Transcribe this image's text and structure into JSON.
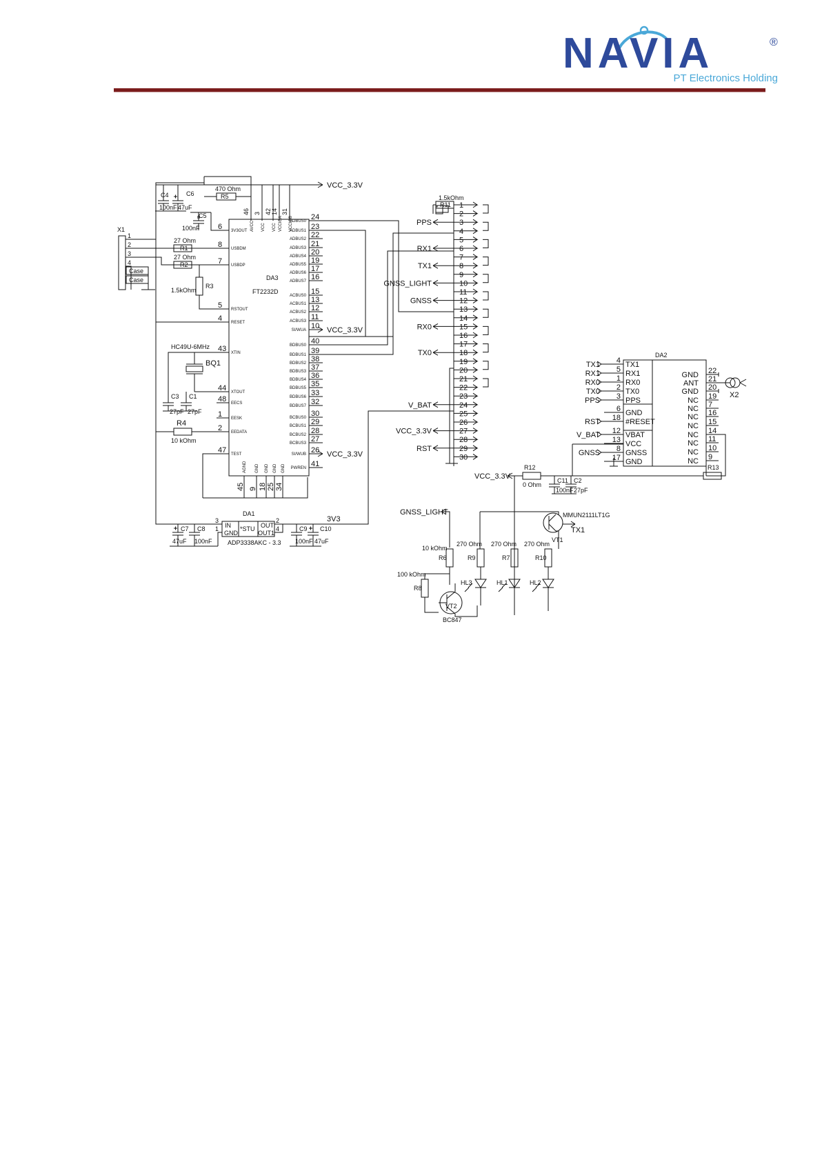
{
  "header": {
    "logo": {
      "wordmark": "NAVIA",
      "registered": "®",
      "tagline": "PT Electronics Holding",
      "colors": {
        "blue": "#2e4a9b",
        "light_blue": "#4aa8d8",
        "rule": "#7b1c1c"
      }
    }
  },
  "schematic": {
    "da3": {
      "ref": "DA3",
      "part": "FT2232D",
      "top_pins": [
        {
          "num": "46",
          "name": "AVCC"
        },
        {
          "num": "3",
          "name": "VCC"
        },
        {
          "num": "42",
          "name": "VCC"
        },
        {
          "num": "14",
          "name": "VCCIOA"
        },
        {
          "num": "31",
          "name": "VCCIOB"
        }
      ],
      "left_pins": [
        {
          "num": "6",
          "name": "3V3OUT"
        },
        {
          "num": "8",
          "name": "USBDM"
        },
        {
          "num": "7",
          "name": "USBDP"
        },
        {
          "num": "5",
          "name": "RSTOUT"
        },
        {
          "num": "4",
          "name": "RESET"
        },
        {
          "num": "43",
          "name": "XTIN"
        },
        {
          "num": "44",
          "name": "XTOUT"
        },
        {
          "num": "48",
          "name": "EECS"
        },
        {
          "num": "1",
          "name": "EESK"
        },
        {
          "num": "2",
          "name": "EEDATA"
        },
        {
          "num": "47",
          "name": "TEST"
        }
      ],
      "right_pins": [
        {
          "num": "24",
          "name": "ADBUS0"
        },
        {
          "num": "23",
          "name": "ADBUS1"
        },
        {
          "num": "22",
          "name": "ADBUS2"
        },
        {
          "num": "21",
          "name": "ADBUS3"
        },
        {
          "num": "20",
          "name": "ADBUS4"
        },
        {
          "num": "19",
          "name": "ADBUS5"
        },
        {
          "num": "17",
          "name": "ADBUS6"
        },
        {
          "num": "16",
          "name": "ADBUS7"
        },
        {
          "num": "15",
          "name": "ACBUS0"
        },
        {
          "num": "13",
          "name": "ACBUS1"
        },
        {
          "num": "12",
          "name": "ACBUS2"
        },
        {
          "num": "11",
          "name": "ACBUS3"
        },
        {
          "num": "10",
          "name": "SI/WUA"
        },
        {
          "num": "40",
          "name": "BDBUS0"
        },
        {
          "num": "39",
          "name": "BDBUS1"
        },
        {
          "num": "38",
          "name": "BDBUS2"
        },
        {
          "num": "37",
          "name": "BDBUS3"
        },
        {
          "num": "36",
          "name": "BDBUS4"
        },
        {
          "num": "35",
          "name": "BDBUS5"
        },
        {
          "num": "33",
          "name": "BDBUS6"
        },
        {
          "num": "32",
          "name": "BDBUS7"
        },
        {
          "num": "30",
          "name": "BCBUS0"
        },
        {
          "num": "29",
          "name": "BCBUS1"
        },
        {
          "num": "28",
          "name": "BCBUS2"
        },
        {
          "num": "27",
          "name": "BCBUS3"
        },
        {
          "num": "26",
          "name": "SI/WUB"
        },
        {
          "num": "41",
          "name": "PWREN"
        }
      ],
      "bottom_pins": [
        {
          "num": "45",
          "name": "AGND"
        },
        {
          "num": "9",
          "name": "GND"
        },
        {
          "num": "18",
          "name": "GND"
        },
        {
          "num": "25",
          "name": "GND"
        },
        {
          "num": "34",
          "name": "GND"
        }
      ]
    },
    "nets": {
      "vcc33": "VCC_3.3V",
      "v3v3": "3V3",
      "pps": "PPS",
      "rx1": "RX1",
      "tx1": "TX1",
      "rx0": "RX0",
      "tx0": "TX0",
      "gnss_light": "GNSS_LIGHT",
      "gnss": "GNSS",
      "v_bat": "V_BAT",
      "rst": "RST"
    },
    "parts": {
      "c4": {
        "ref": "C4",
        "value": "100nF"
      },
      "c6": {
        "ref": "C6",
        "value": "47uF"
      },
      "r5": {
        "ref": "R5",
        "value": "470 Ohm"
      },
      "c5": {
        "ref": "C5",
        "value": "100nF"
      },
      "r1": {
        "ref": "R1",
        "value": "27 Ohm"
      },
      "r2": {
        "ref": "R2",
        "value": "27 Ohm"
      },
      "r3": {
        "ref": "R3",
        "value": "1.5kOhm"
      },
      "bq1": {
        "ref": "BQ1",
        "value": "HC49U-6MHz"
      },
      "c3": {
        "ref": "C3",
        "value": "27pF"
      },
      "c1": {
        "ref": "C1",
        "value": "27pF"
      },
      "r4": {
        "ref": "R4",
        "value": "10 kOhm"
      },
      "r11": {
        "ref": "R11",
        "value": "1.5kOhm"
      },
      "c7": {
        "ref": "C7",
        "value": "47uF"
      },
      "c8": {
        "ref": "C8",
        "value": "100nF"
      },
      "c9": {
        "ref": "C9",
        "value": "100nF"
      },
      "c10": {
        "ref": "C10",
        "value": "47uF"
      },
      "r12": {
        "ref": "R12",
        "value": "0 Ohm"
      },
      "c11": {
        "ref": "C11",
        "value": "100nF"
      },
      "c2": {
        "ref": "C2",
        "value": "27pF"
      },
      "r13": {
        "ref": "R13"
      },
      "vt1": {
        "ref": "VT1",
        "value": "MMUN2111LT1G"
      },
      "vt2": {
        "ref": "VT2",
        "value": "BC847"
      },
      "r6": {
        "ref": "R6",
        "value": "10 kOhm"
      },
      "r8": {
        "ref": "R8",
        "value": "100 kOhm"
      },
      "r9": {
        "ref": "R9",
        "value": "270 Ohm"
      },
      "r7": {
        "ref": "R7",
        "value": "270 Ohm"
      },
      "r10": {
        "ref": "R10",
        "value": "270 Ohm"
      },
      "hl3": {
        "ref": "HL3"
      },
      "hl1": {
        "ref": "HL1"
      },
      "hl2": {
        "ref": "HL2"
      },
      "x2": {
        "ref": "X2"
      }
    },
    "x1": {
      "ref": "X1",
      "pins": [
        "1",
        "2",
        "3",
        "4"
      ],
      "case_labels": [
        "Case",
        "Case"
      ]
    },
    "da1": {
      "ref": "DA1",
      "part": "ADP3338AKC - 3.3",
      "pin_labels": {
        "in": "IN",
        "gnd": "GND",
        "stu": "*STU",
        "out": "OUT",
        "out1": "OUT1"
      },
      "pin_nums": {
        "in": "3",
        "gnd": "1",
        "out": "2",
        "out1": "4"
      }
    },
    "connector_x3": {
      "pins": [
        {
          "num": "1",
          "label": ""
        },
        {
          "num": "2",
          "label": ""
        },
        {
          "num": "3",
          "label": "PPS"
        },
        {
          "num": "4",
          "label": ""
        },
        {
          "num": "5",
          "label": ""
        },
        {
          "num": "6",
          "label": "RX1"
        },
        {
          "num": "7",
          "label": ""
        },
        {
          "num": "8",
          "label": "TX1"
        },
        {
          "num": "9",
          "label": ""
        },
        {
          "num": "10",
          "label": "GNSS_LIGHT"
        },
        {
          "num": "11",
          "label": ""
        },
        {
          "num": "12",
          "label": "GNSS"
        },
        {
          "num": "13",
          "label": ""
        },
        {
          "num": "14",
          "label": ""
        },
        {
          "num": "15",
          "label": "RX0"
        },
        {
          "num": "16",
          "label": ""
        },
        {
          "num": "17",
          "label": ""
        },
        {
          "num": "18",
          "label": "TX0"
        },
        {
          "num": "19",
          "label": ""
        },
        {
          "num": "20",
          "label": ""
        },
        {
          "num": "21",
          "label": ""
        },
        {
          "num": "22",
          "label": ""
        },
        {
          "num": "23",
          "label": ""
        },
        {
          "num": "24",
          "label": "V_BAT"
        },
        {
          "num": "25",
          "label": ""
        },
        {
          "num": "26",
          "label": ""
        },
        {
          "num": "27",
          "label": "VCC_3.3V"
        },
        {
          "num": "28",
          "label": ""
        },
        {
          "num": "29",
          "label": "RST"
        },
        {
          "num": "30",
          "label": ""
        }
      ]
    },
    "da2": {
      "ref": "DA2",
      "left_pins": [
        {
          "num": "4",
          "name": "TX1",
          "net": "TX1"
        },
        {
          "num": "5",
          "name": "RX1",
          "net": "RX1"
        },
        {
          "num": "1",
          "name": "RX0",
          "net": "RX0"
        },
        {
          "num": "2",
          "name": "TX0",
          "net": "TX0"
        },
        {
          "num": "3",
          "name": "PPS",
          "net": "PPS"
        },
        {
          "num": "6",
          "name": "GND",
          "net": ""
        },
        {
          "num": "18",
          "name": "#RESET",
          "net": "RST"
        },
        {
          "num": "12",
          "name": "VBAT",
          "net": "V_BAT"
        },
        {
          "num": "13",
          "name": "VCC",
          "net": ""
        },
        {
          "num": "8",
          "name": "GNSS",
          "net": "GNSS"
        },
        {
          "num": "17",
          "name": "GND",
          "net": ""
        }
      ],
      "right_pins": [
        {
          "num": "22",
          "name": "GND"
        },
        {
          "num": "21",
          "name": "ANT"
        },
        {
          "num": "20",
          "name": "GND"
        },
        {
          "num": "19",
          "name": "NC"
        },
        {
          "num": "7",
          "name": "NC"
        },
        {
          "num": "16",
          "name": "NC"
        },
        {
          "num": "15",
          "name": "NC"
        },
        {
          "num": "14",
          "name": "NC"
        },
        {
          "num": "11",
          "name": "NC"
        },
        {
          "num": "10",
          "name": "NC"
        },
        {
          "num": "9",
          "name": "NC"
        }
      ]
    }
  }
}
